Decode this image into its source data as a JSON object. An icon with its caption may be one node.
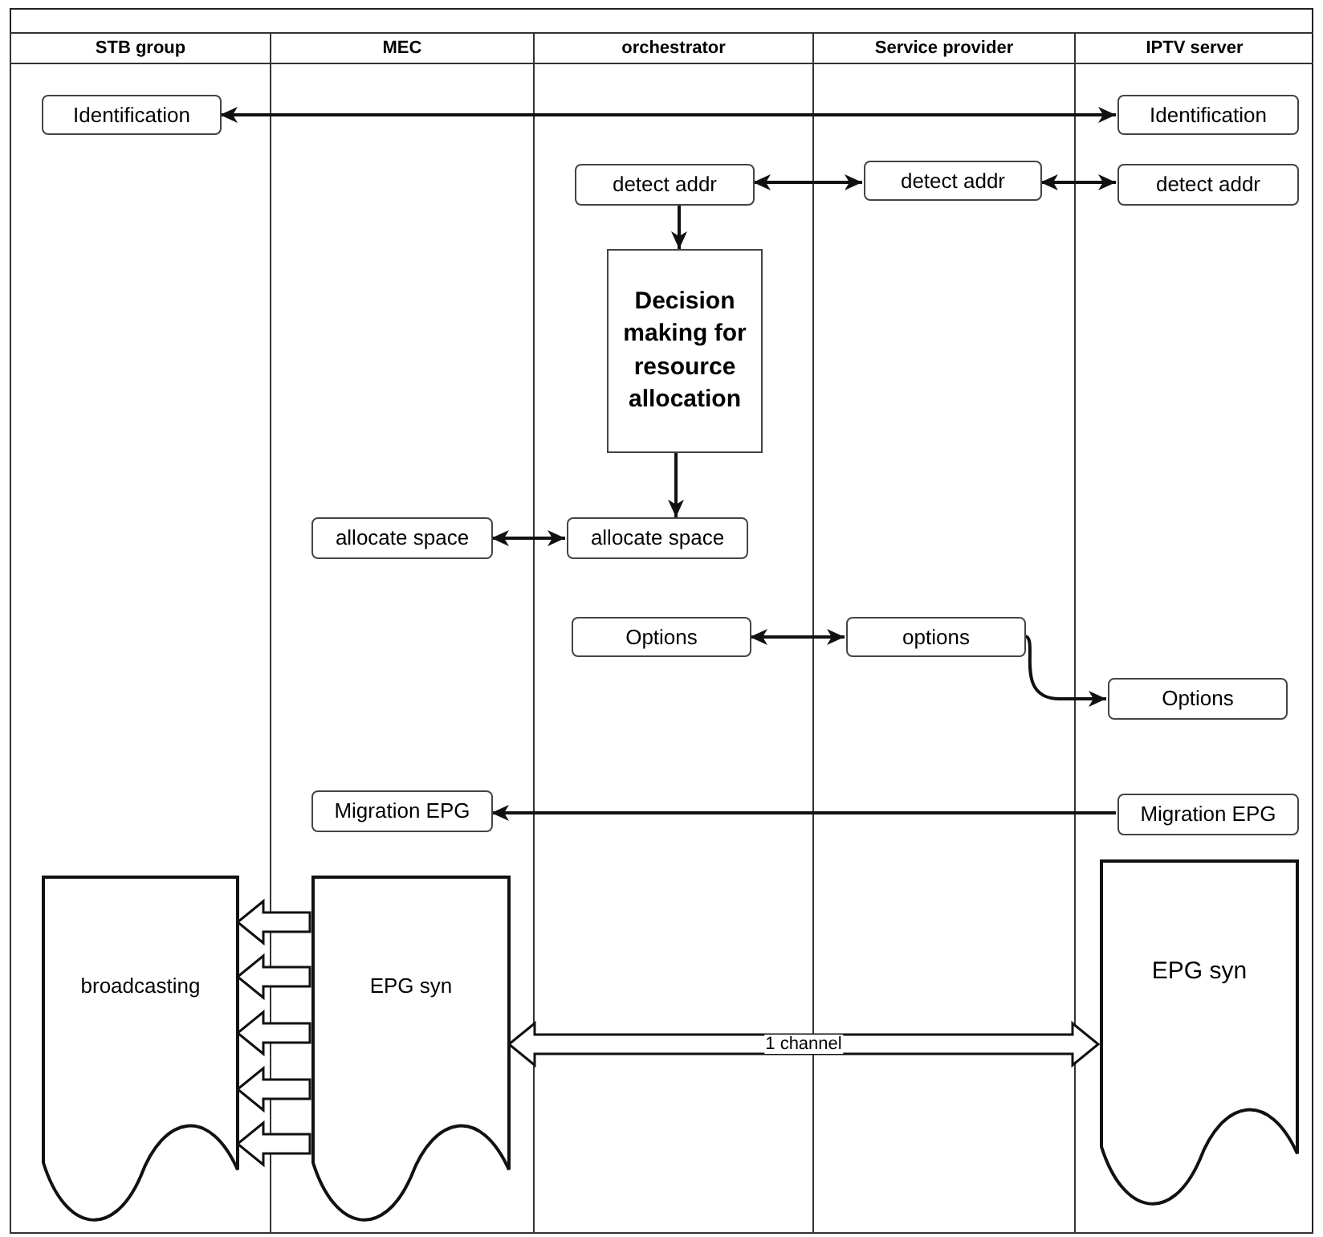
{
  "diagram": {
    "nodes": [
      {
        "text": [
          "STB group"
        ]
      },
      {
        "text": [
          "MEC"
        ]
      },
      {
        "text": [
          "orchestrator"
        ]
      },
      {
        "text": [
          "Service provider"
        ]
      },
      {
        "text": [
          "IPTV server"
        ]
      },
      {
        "text": [
          "Identification"
        ],
        "in": 0
      },
      {
        "text": [
          "Identification"
        ],
        "in": 4
      },
      {
        "text": [
          "detect addr"
        ],
        "in": 2
      },
      {
        "text": [
          "detect addr"
        ],
        "in": 3
      },
      {
        "text": [
          "detect addr"
        ],
        "in": 4
      },
      {
        "text": [
          "Decision making for resource allocation"
        ],
        "in": 2
      },
      {
        "text": [
          "allocate space"
        ],
        "in": 1
      },
      {
        "text": [
          "allocate space"
        ],
        "in": 2
      },
      {
        "text": [
          "Options"
        ],
        "in": 2
      },
      {
        "text": [
          "options"
        ],
        "in": 3
      },
      {
        "text": [
          "Options"
        ],
        "in": 4
      },
      {
        "text": [
          "Migration EPG"
        ],
        "in": 1
      },
      {
        "text": [
          "Migration EPG"
        ],
        "in": 4
      },
      {
        "text": [
          "broadcasting"
        ],
        "in": 0
      },
      {
        "text": [
          "EPG syn"
        ],
        "in": 1
      },
      {
        "text": [
          "EPG syn"
        ],
        "in": 4
      }
    ],
    "edges": [
      {
        "from": 5,
        "to": 6,
        "arrow": "both"
      },
      {
        "from": 7,
        "to": 8,
        "arrow": "both"
      },
      {
        "from": 8,
        "to": 9,
        "arrow": "both"
      },
      {
        "from": 7,
        "to": 10,
        "arrow": "to"
      },
      {
        "from": 10,
        "to": 12,
        "arrow": "to"
      },
      {
        "from": 12,
        "to": 11,
        "arrow": "both"
      },
      {
        "from": 13,
        "to": 14,
        "arrow": "both"
      },
      {
        "from": 14,
        "to": 15,
        "arrow": "to"
      },
      {
        "from": 17,
        "to": 16,
        "arrow": "to"
      },
      {
        "from": 19,
        "to": 18,
        "arrow": "to",
        "style": "thick"
      },
      {
        "from": 19,
        "to": 18,
        "arrow": "to",
        "style": "thick"
      },
      {
        "from": 19,
        "to": 18,
        "arrow": "to",
        "style": "thick"
      },
      {
        "from": 19,
        "to": 18,
        "arrow": "to",
        "style": "thick"
      },
      {
        "from": 19,
        "to": 18,
        "arrow": "to",
        "style": "thick"
      },
      {
        "from": 19,
        "to": 20,
        "arrow": "both",
        "style": "thick",
        "label": "1 channel"
      }
    ]
  }
}
